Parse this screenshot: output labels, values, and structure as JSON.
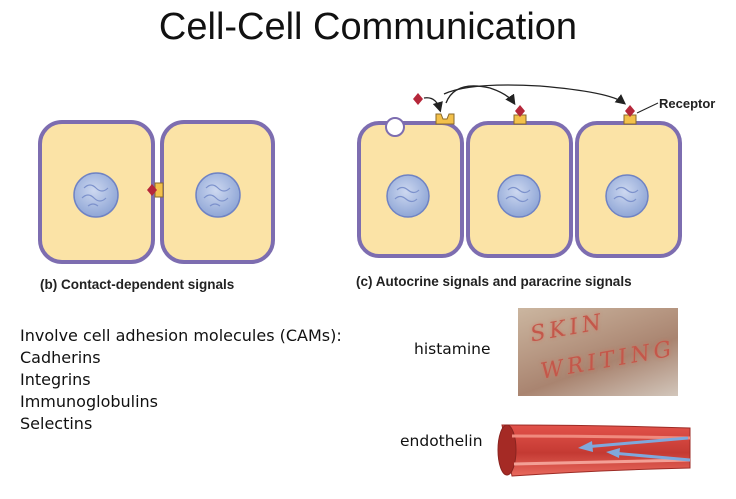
{
  "title": "Cell-Cell Communication",
  "panel_b": {
    "caption": "(b) Contact-dependent signals"
  },
  "panel_c": {
    "caption": "(c) Autocrine signals and paracrine signals",
    "receptor_label": "Receptor"
  },
  "cams": {
    "heading": "Involve cell adhesion molecules (CAMs):",
    "items": [
      "Cadherins",
      "Integrins",
      "Immunoglobulins",
      "Selectins"
    ]
  },
  "histamine": {
    "label": "histamine",
    "photo_text": [
      "SKIN",
      "WRITING"
    ]
  },
  "endothelin": {
    "label": "endothelin"
  },
  "colors": {
    "cell_fill": "#fbe3a6",
    "cell_border": "#7d6db0",
    "nucleus": "#a9bde3",
    "signal": "#b5273a",
    "receptor": "#f3c04a",
    "vessel": "#d8433b",
    "arrow_blue": "#7fa8dc"
  }
}
